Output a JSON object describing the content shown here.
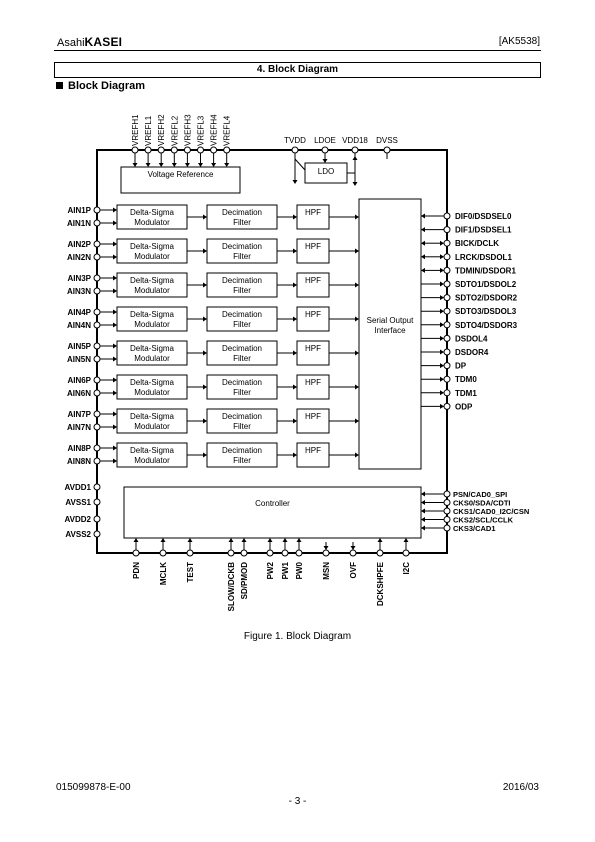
{
  "header": {
    "logo_prefix": "Asahi",
    "logo_brand": "KASEI",
    "part_number": "[AK5538]"
  },
  "section": {
    "title": "4. Block Diagram",
    "subtitle": "Block Diagram"
  },
  "diagram": {
    "top_ref_pins": [
      "VREFH1",
      "VREFL1",
      "VREFH2",
      "VREFL2",
      "VREFH3",
      "VREFL3",
      "VREFH4",
      "VREFL4"
    ],
    "top_power_pins": [
      "TVDD",
      "LDOE",
      "VDD18",
      "DVSS"
    ],
    "voltage_reference_label": "Voltage Reference",
    "ldo_label": "LDO",
    "channels": [
      {
        "p": "AIN1P",
        "n": "AIN1N"
      },
      {
        "p": "AIN2P",
        "n": "AIN2N"
      },
      {
        "p": "AIN3P",
        "n": "AIN3N"
      },
      {
        "p": "AIN4P",
        "n": "AIN4N"
      },
      {
        "p": "AIN5P",
        "n": "AIN5N"
      },
      {
        "p": "AIN6P",
        "n": "AIN6N"
      },
      {
        "p": "AIN7P",
        "n": "AIN7N"
      },
      {
        "p": "AIN8P",
        "n": "AIN8N"
      }
    ],
    "modulator_label": [
      "Delta-Sigma",
      "Modulator"
    ],
    "decimation_label": [
      "Decimation",
      "Filter"
    ],
    "hpf_label": "HPF",
    "serial_label": [
      "Serial Output",
      "Interface"
    ],
    "right_pins": [
      "DIF0/DSDSEL0",
      "DIF1/DSDSEL1",
      "BICK/DCLK",
      "LRCK/DSDOL1",
      "TDMIN/DSDOR1",
      "SDTO1/DSDOL2",
      "SDTO2/DSDOR2",
      "SDTO3/DSDOL3",
      "SDTO4/DSDOR3",
      "DSDOL4",
      "DSDOR4",
      "DP",
      "TDM0",
      "TDM1",
      "ODP"
    ],
    "power_pins_left": [
      "AVDD1",
      "AVSS1",
      "AVDD2",
      "AVSS2"
    ],
    "controller_label": "Controller",
    "ctrl_right_pins": [
      "PSN/CAD0_SPI",
      "CKS0/SDA/CDTI",
      "CKS1/CAD0_I2C/CSN",
      "CKS2/SCL/CCLK",
      "CKS3/CAD1"
    ],
    "bottom_pins": [
      "PDN",
      "MCLK",
      "TEST",
      "SLOW/DCKB",
      "SD/PMOD",
      "PW2",
      "PW1",
      "PW0",
      "MSN",
      "OVF",
      "DCKSHPFE",
      "I2C"
    ]
  },
  "caption": "Figure 1. Block Diagram",
  "footer": {
    "doc_id": "015099878-E-00",
    "date": "2016/03",
    "page": "- 3 -"
  }
}
